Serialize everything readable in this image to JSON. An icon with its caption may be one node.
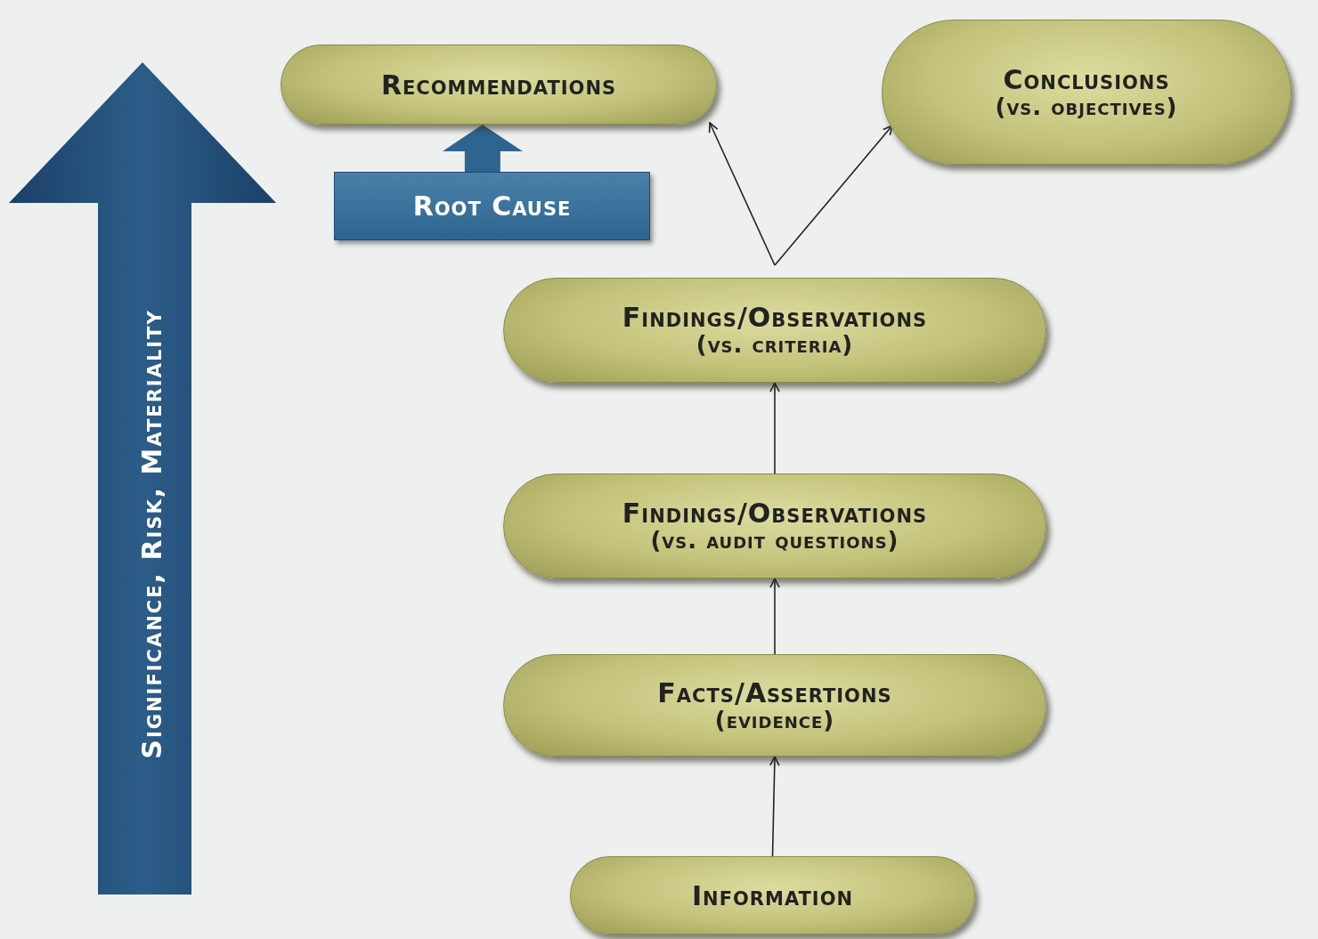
{
  "diagram": {
    "nodes": [
      {
        "text": [
          "Significance, Risk, Materiality"
        ]
      },
      {
        "text": [
          "Recommendations"
        ]
      },
      {
        "text": [
          "Conclusions",
          "(vs. objectives)"
        ]
      },
      {
        "text": [
          "Root Cause"
        ]
      },
      {
        "text": [
          "Findings/Observations",
          "(vs. criteria)"
        ]
      },
      {
        "text": [
          "Findings/Observations",
          "(vs. audit questions)"
        ]
      },
      {
        "text": [
          "Facts/Assertions",
          "(evidence)"
        ]
      },
      {
        "text": [
          "Information"
        ]
      }
    ],
    "edges": [
      {
        "from": 7,
        "to": 6,
        "arrow": "to"
      },
      {
        "from": 6,
        "to": 5,
        "arrow": "to"
      },
      {
        "from": 5,
        "to": 4,
        "arrow": "to"
      },
      {
        "from": 4,
        "to": 1,
        "arrow": "to"
      },
      {
        "from": 4,
        "to": 2,
        "arrow": "to"
      },
      {
        "from": 3,
        "to": 1,
        "arrow": "to",
        "style": "thick",
        "color": "#2e6590"
      }
    ]
  }
}
